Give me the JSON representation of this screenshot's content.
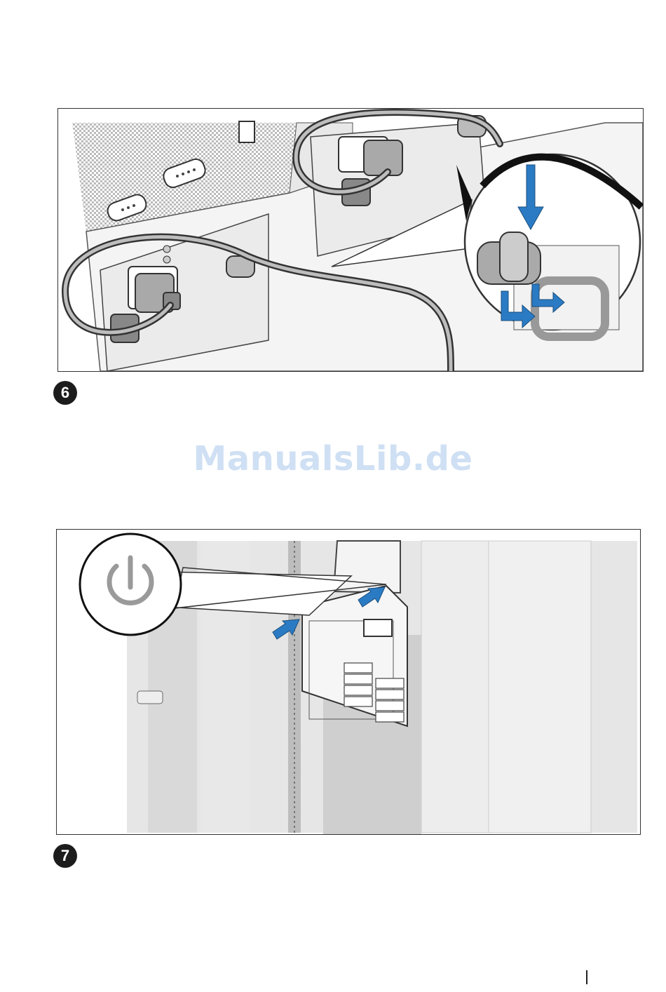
{
  "steps": [
    {
      "number": "6"
    },
    {
      "number": "7"
    }
  ],
  "watermark": {
    "text": "ManualsLib.de"
  },
  "figures": [
    {
      "name": "cable-retention-illustration",
      "icon": "power-cable-clip-illustration"
    },
    {
      "name": "power-on-rack-illustration",
      "icon": "power-button-icon"
    }
  ],
  "colors": {
    "arrow_blue": "#2b7bc4",
    "line": "#333333",
    "rack_gray": "#e6e6e6",
    "watermark": "#cfe0f4"
  }
}
